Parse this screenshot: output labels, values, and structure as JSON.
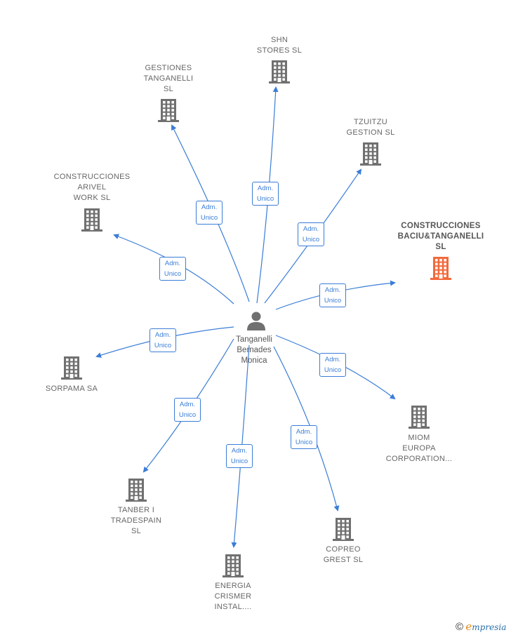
{
  "person": {
    "name_lines": [
      "Tanganelli",
      "Bernades",
      "Monica"
    ],
    "icon": "person-icon"
  },
  "companies": [
    {
      "key": "shn",
      "name_lines": [
        "SHN",
        "STORES  SL"
      ],
      "icon": "building-icon",
      "color": "#707070",
      "role": [
        "Adm.",
        "Unico"
      ]
    },
    {
      "key": "gestiones",
      "name_lines": [
        "GESTIONES",
        "TANGANELLI",
        "SL"
      ],
      "icon": "building-icon",
      "color": "#707070",
      "role": [
        "Adm.",
        "Unico"
      ]
    },
    {
      "key": "tzuitzu",
      "name_lines": [
        "TZUITZU",
        "GESTION  SL"
      ],
      "icon": "building-icon",
      "color": "#707070",
      "role": [
        "Adm.",
        "Unico"
      ]
    },
    {
      "key": "arivel",
      "name_lines": [
        "CONSTRUCCIONES",
        "ARIVEL",
        "WORK  SL"
      ],
      "icon": "building-icon",
      "color": "#707070",
      "role": [
        "Adm.",
        "Unico"
      ]
    },
    {
      "key": "baciu",
      "name_lines": [
        "CONSTRUCCIONES",
        "BACIU&TANGANELLI",
        "SL"
      ],
      "icon": "building-icon",
      "color": "#f26a3c",
      "highlight": true,
      "role": [
        "Adm.",
        "Unico"
      ]
    },
    {
      "key": "sorpama",
      "name_lines": [
        "SORPAMA SA"
      ],
      "icon": "building-icon",
      "color": "#707070",
      "role": [
        "Adm.",
        "Unico"
      ]
    },
    {
      "key": "miom",
      "name_lines": [
        "MIOM",
        "EUROPA",
        "CORPORATION..."
      ],
      "icon": "building-icon",
      "color": "#707070",
      "role": [
        "Adm.",
        "Unico"
      ]
    },
    {
      "key": "tanber",
      "name_lines": [
        "TANBER I",
        "TRADESPAIN",
        "SL"
      ],
      "icon": "building-icon",
      "color": "#707070",
      "role": [
        "Adm.",
        "Unico"
      ]
    },
    {
      "key": "copreo",
      "name_lines": [
        "COPREO",
        "GREST  SL"
      ],
      "icon": "building-icon",
      "color": "#707070",
      "role": [
        "Adm.",
        "Unico"
      ]
    },
    {
      "key": "energia",
      "name_lines": [
        "ENERGIA",
        "CRISMER",
        "INSTAL...."
      ],
      "icon": "building-icon",
      "color": "#707070",
      "role": [
        "Adm.",
        "Unico"
      ]
    }
  ],
  "edge_color": "#3a7dd6",
  "brand": {
    "copyright": "©",
    "e": "e",
    "rest": "mpresia"
  }
}
